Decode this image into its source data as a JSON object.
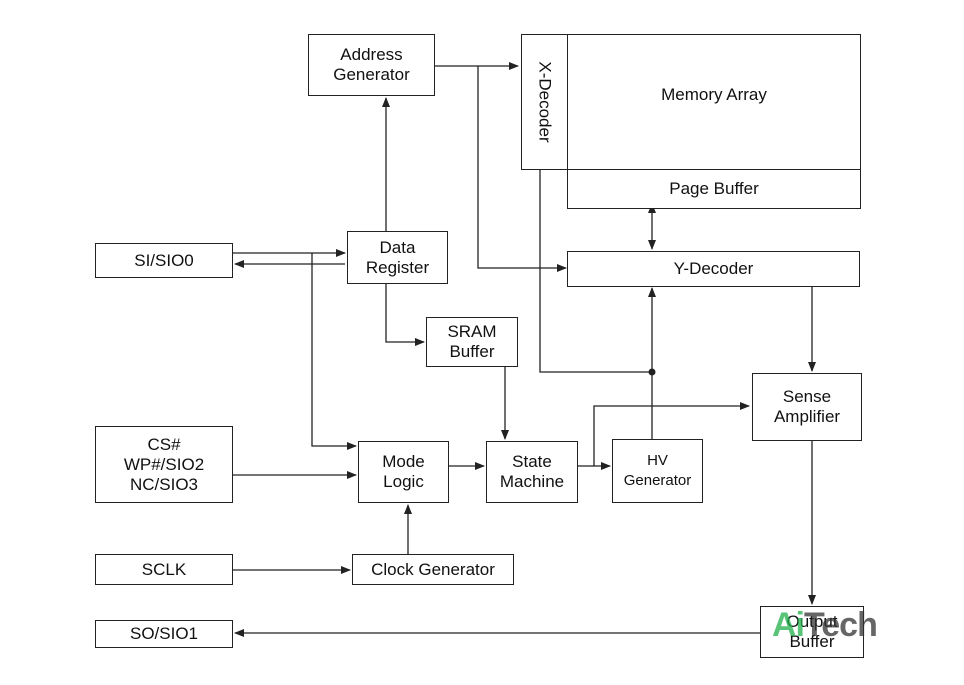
{
  "blocks": {
    "address_generator": "Address\nGenerator",
    "x_decoder": "X-Decoder",
    "memory_array": "Memory Array",
    "page_buffer": "Page Buffer",
    "y_decoder": "Y-Decoder",
    "si_sio0": "SI/SIO0",
    "data_register": "Data\nRegister",
    "sram_buffer": "SRAM\nBuffer",
    "sense_amplifier": "Sense\nAmplifier",
    "cs_wp_nc": "CS#\nWP#/SIO2\nNC/SIO3",
    "mode_logic": "Mode\nLogic",
    "state_machine": "State\nMachine",
    "hv_generator": "HV\nGenerator",
    "sclk": "SCLK",
    "clock_generator": "Clock Generator",
    "so_sio1": "SO/SIO1",
    "output_buffer": "Output\nBuffer"
  },
  "watermark": {
    "part1": "Ai",
    "part2": "Tech"
  }
}
